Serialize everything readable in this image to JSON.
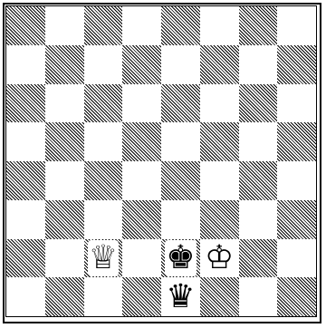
{
  "board": {
    "orientation": "white-bottom",
    "pieces": [
      {
        "square": "c2",
        "piece": "white-queen",
        "glyph": "♕"
      },
      {
        "square": "e2",
        "piece": "black-king",
        "glyph": "♚"
      },
      {
        "square": "f2",
        "piece": "white-king",
        "glyph": "♔"
      },
      {
        "square": "e1",
        "piece": "black-queen",
        "glyph": "♛"
      }
    ]
  },
  "colors": {
    "dark_square_hatch": "#000000",
    "light_square": "#ffffff",
    "border": "#000000"
  }
}
